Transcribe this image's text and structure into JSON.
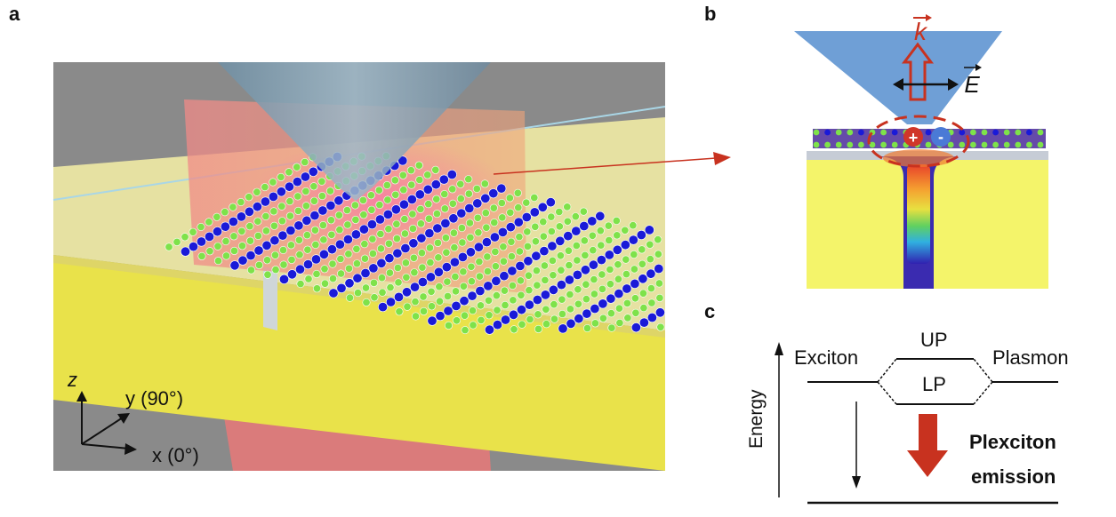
{
  "panels": {
    "a": {
      "letter": "a",
      "axes": {
        "z": "z",
        "y": "y (90°)",
        "x": "x (0°)"
      }
    },
    "b": {
      "letter": "b",
      "k_label": "k",
      "e_label": "E",
      "plus": "+",
      "minus": "-"
    },
    "c": {
      "letter": "c",
      "exciton": "Exciton",
      "plasmon": "Plasmon",
      "up": "UP",
      "lp": "LP",
      "energy": "Energy",
      "emission_line1": "Plexciton",
      "emission_line2": "emission"
    }
  },
  "colors": {
    "gold": "#f0ee6a",
    "tip_blue": "#6f9fd6",
    "laser_red": "#f07a76",
    "arrow_red": "#c8321f",
    "atom_green": "#7ee24a",
    "atom_blue": "#1a1ad8"
  }
}
